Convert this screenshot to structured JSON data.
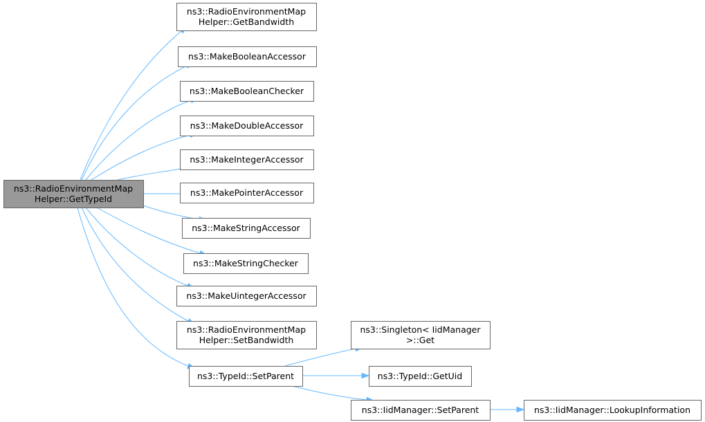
{
  "colors": {
    "edge": "#63b8ff",
    "node_border": "#666666",
    "node_fill": "#ffffff",
    "root_fill": "#999999"
  },
  "nodes": [
    {
      "id": "root",
      "lines": [
        "ns3::RadioEnvironmentMap",
        "Helper::GetTypeId"
      ],
      "root": true
    },
    {
      "id": "getbandwidth",
      "lines": [
        "ns3::RadioEnvironmentMap",
        "Helper::GetBandwidth"
      ]
    },
    {
      "id": "makebooleanaccessor",
      "lines": [
        "ns3::MakeBooleanAccessor"
      ]
    },
    {
      "id": "makebooleanchecker",
      "lines": [
        "ns3::MakeBooleanChecker"
      ]
    },
    {
      "id": "makedoubleaccessor",
      "lines": [
        "ns3::MakeDoubleAccessor"
      ]
    },
    {
      "id": "makeintegeraccessor",
      "lines": [
        "ns3::MakeIntegerAccessor"
      ]
    },
    {
      "id": "makepointeraccessor",
      "lines": [
        "ns3::MakePointerAccessor"
      ]
    },
    {
      "id": "makestringaccessor",
      "lines": [
        "ns3::MakeStringAccessor"
      ]
    },
    {
      "id": "makestringchecker",
      "lines": [
        "ns3::MakeStringChecker"
      ]
    },
    {
      "id": "makeuintegeraccessor",
      "lines": [
        "ns3::MakeUintegerAccessor"
      ]
    },
    {
      "id": "setbandwidth",
      "lines": [
        "ns3::RadioEnvironmentMap",
        "Helper::SetBandwidth"
      ]
    },
    {
      "id": "typeid-setparent",
      "lines": [
        "ns3::TypeId::SetParent"
      ]
    },
    {
      "id": "singleton-get",
      "lines": [
        "ns3::Singleton< IidManager",
        ">::Get"
      ]
    },
    {
      "id": "typeid-getuid",
      "lines": [
        "ns3::TypeId::GetUid"
      ]
    },
    {
      "id": "iidmanager-setparent",
      "lines": [
        "ns3::IidManager::SetParent"
      ]
    },
    {
      "id": "iidmanager-lookupinformation",
      "lines": [
        "ns3::IidManager::LookupInformation"
      ]
    }
  ],
  "edges": [
    {
      "from": "root",
      "to": "getbandwidth"
    },
    {
      "from": "root",
      "to": "makebooleanaccessor"
    },
    {
      "from": "root",
      "to": "makebooleanchecker"
    },
    {
      "from": "root",
      "to": "makedoubleaccessor"
    },
    {
      "from": "root",
      "to": "makeintegeraccessor"
    },
    {
      "from": "root",
      "to": "makepointeraccessor"
    },
    {
      "from": "root",
      "to": "makestringaccessor"
    },
    {
      "from": "root",
      "to": "makestringchecker"
    },
    {
      "from": "root",
      "to": "makeuintegeraccessor"
    },
    {
      "from": "root",
      "to": "setbandwidth"
    },
    {
      "from": "root",
      "to": "typeid-setparent"
    },
    {
      "from": "typeid-setparent",
      "to": "singleton-get"
    },
    {
      "from": "typeid-setparent",
      "to": "typeid-getuid"
    },
    {
      "from": "typeid-setparent",
      "to": "iidmanager-setparent"
    },
    {
      "from": "iidmanager-setparent",
      "to": "iidmanager-lookupinformation"
    }
  ]
}
